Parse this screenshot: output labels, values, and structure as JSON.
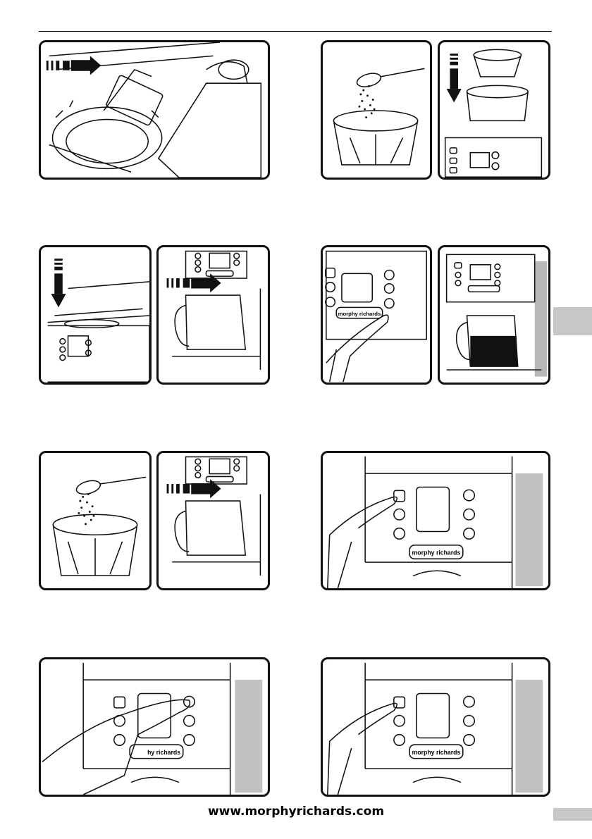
{
  "footer": {
    "website": "www.morphyrichards.com"
  },
  "panels": {
    "brand_label": "morphy richards",
    "brand_label_partial": "hy richards"
  },
  "colors": {
    "tab_gray": "#c7c7c7",
    "line": "#111111"
  }
}
